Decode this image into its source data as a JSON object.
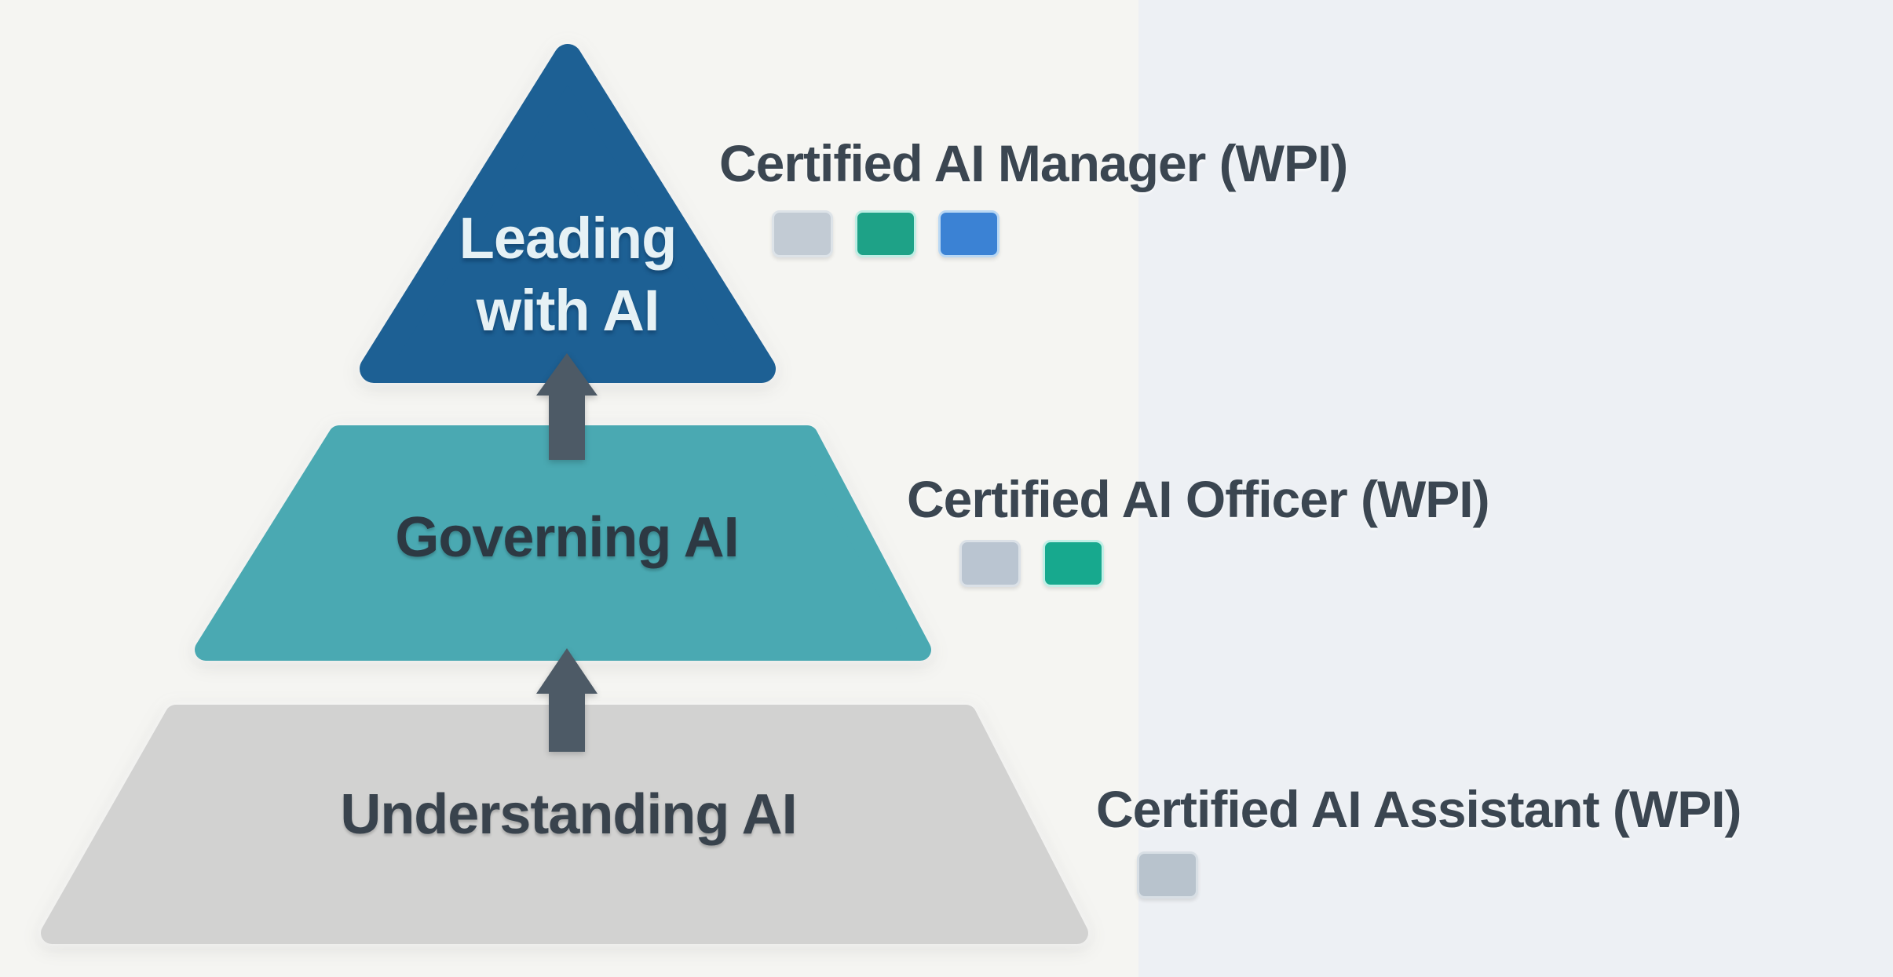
{
  "canvas": {
    "bg_left": "#f5f5f2",
    "bg_right": "#edf0f4"
  },
  "pyramid": {
    "arrow_color": "#4d5a66",
    "levels": [
      {
        "name": "leading-with-ai",
        "label": "Leading with AI",
        "label_line1": "Leading",
        "label_line2": "with AI",
        "fill": "#1d6094",
        "text_color": "#e6f1f5"
      },
      {
        "name": "governing-ai",
        "label": "Governing AI",
        "fill": "#4aa9b2",
        "text_color": "#2d3943"
      },
      {
        "name": "understanding-ai",
        "label": "Understanding AI",
        "fill": "#d2d2d1",
        "text_color": "#39434d"
      }
    ]
  },
  "certifications": [
    {
      "label": "Certified AI Manager (WPI)",
      "text_color": "#3b4651",
      "badges": [
        {
          "name": "neutral",
          "color": "#c2cbd4",
          "border": "#dde3e8"
        },
        {
          "name": "green",
          "color": "#1ea287",
          "border": "#bfeee4"
        },
        {
          "name": "blue",
          "color": "#3b82d4",
          "border": "#b9d8f4"
        }
      ]
    },
    {
      "label": "Certified AI Officer (WPI)",
      "text_color": "#3b4651",
      "badges": [
        {
          "name": "neutral",
          "color": "#bac5d1",
          "border": "#dbe1e7"
        },
        {
          "name": "green",
          "color": "#17a98e",
          "border": "#c0efe6"
        }
      ]
    },
    {
      "label": "Certified AI Assistant (WPI)",
      "text_color": "#3b4651",
      "badges": [
        {
          "name": "neutral",
          "color": "#b8c3cd",
          "border": "#d8dfe5"
        }
      ]
    }
  ]
}
